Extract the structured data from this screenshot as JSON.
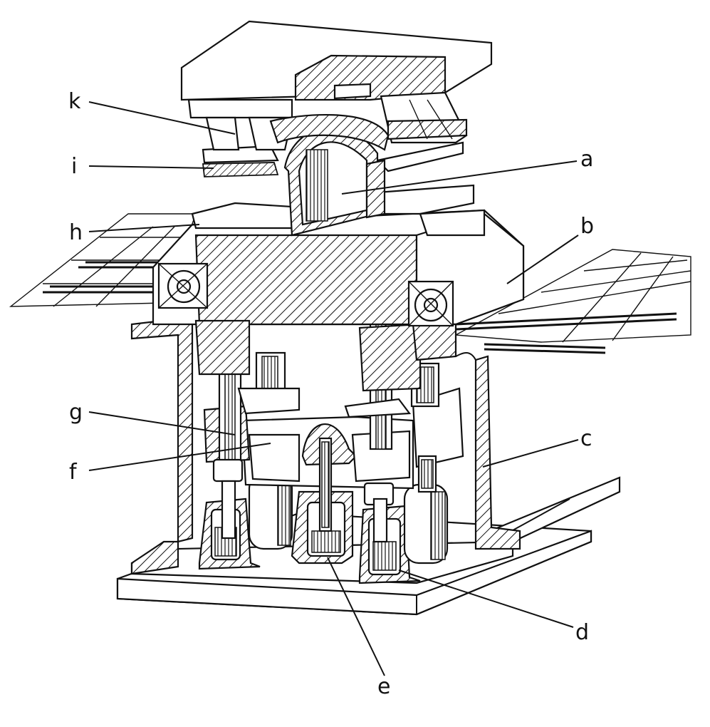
{
  "labels": {
    "k": "k",
    "i": "i",
    "h": "h",
    "a": "a",
    "b": "b",
    "c": "c",
    "g": "g",
    "f": "f",
    "d": "d",
    "e": "e"
  }
}
